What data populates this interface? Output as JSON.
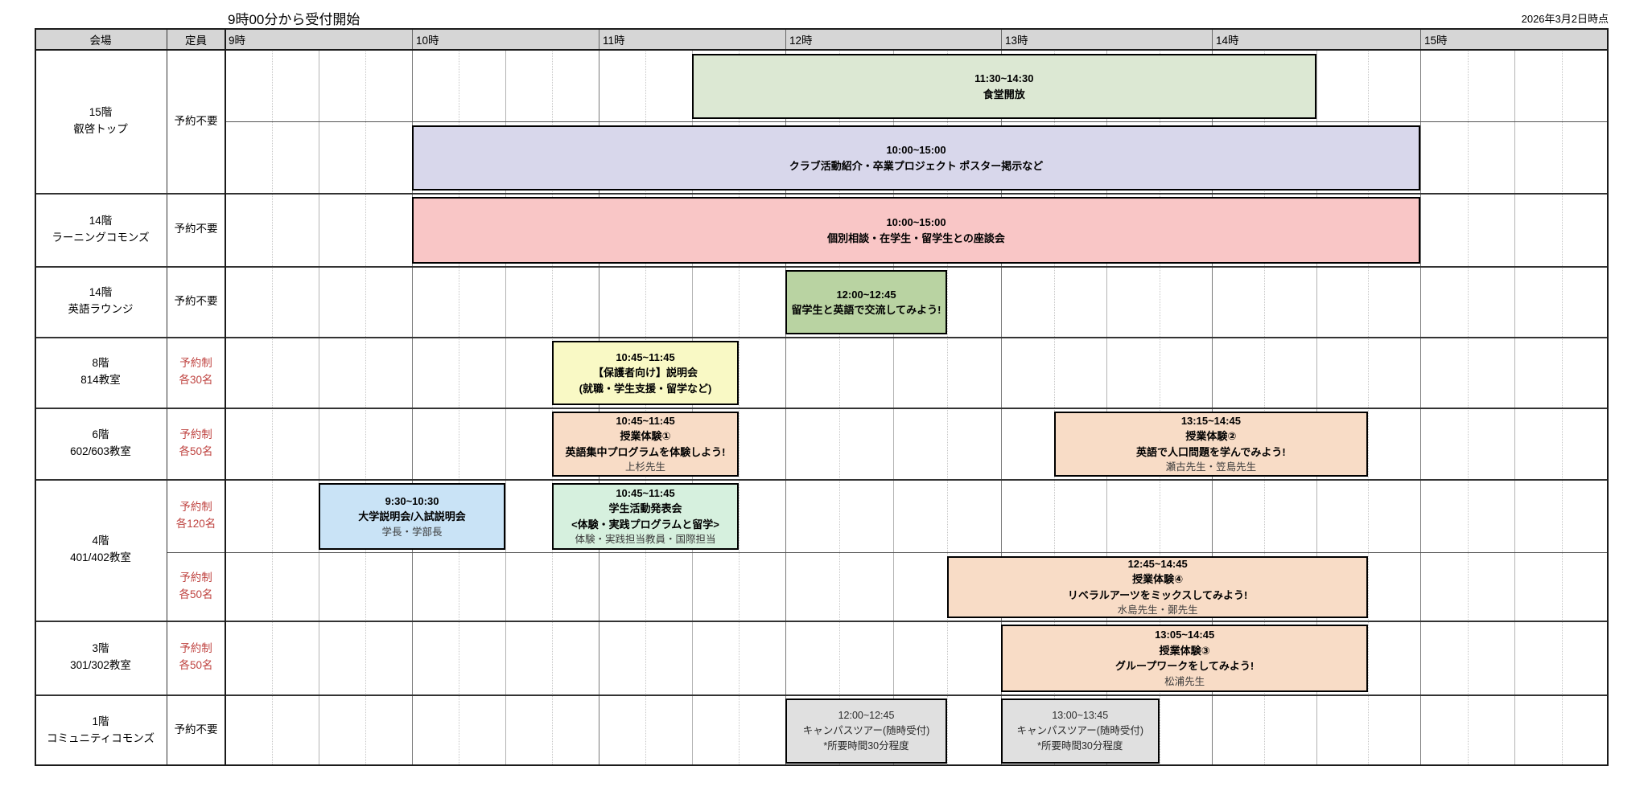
{
  "page": {
    "title": "9時00分から受付開始",
    "date_note": "2026年3月2日時点"
  },
  "header": {
    "venue": "会場",
    "capacity": "定員",
    "hours": [
      "9時",
      "10時",
      "11時",
      "12時",
      "13時",
      "14時",
      "15時"
    ]
  },
  "colors": {
    "green_pale": "#dce8d3",
    "lavender": "#d8d7eb",
    "pink": "#f9c6c6",
    "green_mid": "#b9d3a2",
    "yellow_pale": "#f9f9c5",
    "peach": "#f8dcc6",
    "blue_pale": "#c9e3f6",
    "mint_pale": "#d6f0de",
    "gray_light": "#e0e0e0",
    "header_gray": "#d6d6d6",
    "capacity_red": "#bf4340"
  },
  "rows": [
    {
      "id": "r1",
      "venue_lines": [
        "15階",
        "叡啓トップ"
      ],
      "capacities": [
        {
          "lines": [
            "予約不要"
          ],
          "restricted": false
        }
      ]
    },
    {
      "id": "r2",
      "venue_lines": [
        "14階",
        "ラーニングコモンズ"
      ],
      "capacities": [
        {
          "lines": [
            "予約不要"
          ],
          "restricted": false
        }
      ]
    },
    {
      "id": "r3",
      "venue_lines": [
        "14階",
        "英語ラウンジ"
      ],
      "capacities": [
        {
          "lines": [
            "予約不要"
          ],
          "restricted": false
        }
      ]
    },
    {
      "id": "r4",
      "venue_lines": [
        "8階",
        "814教室"
      ],
      "capacities": [
        {
          "lines": [
            "予約制",
            "各30名"
          ],
          "restricted": true
        }
      ]
    },
    {
      "id": "r5",
      "venue_lines": [
        "6階",
        "602/603教室"
      ],
      "capacities": [
        {
          "lines": [
            "予約制",
            "各50名"
          ],
          "restricted": true
        }
      ]
    },
    {
      "id": "r6",
      "venue_lines": [
        "4階",
        "401/402教室"
      ],
      "capacities": [
        {
          "lines": [
            "予約制",
            "各120名"
          ],
          "restricted": true
        },
        {
          "lines": [
            "予約制",
            "各50名"
          ],
          "restricted": true
        }
      ]
    },
    {
      "id": "r7",
      "venue_lines": [
        "3階",
        "301/302教室"
      ],
      "capacities": [
        {
          "lines": [
            "予約制",
            "各50名"
          ],
          "restricted": true
        }
      ]
    },
    {
      "id": "r8",
      "venue_lines": [
        "1階",
        "コミュニティコモンズ"
      ],
      "capacities": [
        {
          "lines": [
            "予約不要"
          ],
          "restricted": false
        }
      ]
    }
  ],
  "events": [
    {
      "name": "event-cafeteria-open",
      "row": "r1",
      "band": 0,
      "start": "11:30",
      "end": "14:30",
      "color": "green_pale",
      "lines": [
        [
          "11:30~14:30",
          "b"
        ],
        [
          "食堂開放",
          "b"
        ]
      ]
    },
    {
      "name": "event-club-posters",
      "row": "r1",
      "band": 1,
      "start": "10:00",
      "end": "15:00",
      "color": "lavender",
      "lines": [
        [
          "10:00~15:00",
          "b"
        ],
        [
          "クラブ活動紹介・卒業プロジェクト ポスター掲示など",
          "b"
        ]
      ]
    },
    {
      "name": "event-individual-consultation",
      "row": "r2",
      "band": 0,
      "start": "10:00",
      "end": "15:00",
      "color": "pink",
      "lines": [
        [
          "10:00~15:00",
          "b"
        ],
        [
          "個別相談・在学生・留学生との座談会",
          "b"
        ]
      ]
    },
    {
      "name": "event-english-lounge-exchange",
      "row": "r3",
      "band": 0,
      "start": "12:00",
      "end": "12:45",
      "color": "green_mid",
      "lines": [
        [
          "12:00~12:45",
          "b"
        ],
        [
          "留学生と英語で交流してみよう!",
          "b"
        ]
      ]
    },
    {
      "name": "event-parents-briefing",
      "row": "r4",
      "band": 0,
      "start": "10:45",
      "end": "11:45",
      "color": "yellow_pale",
      "lines": [
        [
          "10:45~11:45",
          "b"
        ],
        [
          "【保護者向け】説明会",
          "b"
        ],
        [
          "(就職・学生支援・留学など)",
          "b"
        ]
      ]
    },
    {
      "name": "event-trial-class-1",
      "row": "r5",
      "band": 0,
      "start": "10:45",
      "end": "11:45",
      "color": "peach",
      "lines": [
        [
          "10:45~11:45",
          "b"
        ],
        [
          "授業体験①",
          "b"
        ],
        [
          "英語集中プログラムを体験しよう!",
          "b"
        ],
        [
          "上杉先生",
          "n"
        ]
      ]
    },
    {
      "name": "event-trial-class-2",
      "row": "r5",
      "band": 0,
      "start": "13:15",
      "end": "14:45",
      "color": "peach",
      "lines": [
        [
          "13:15~14:45",
          "b"
        ],
        [
          "授業体験②",
          "b"
        ],
        [
          "英語で人口問題を学んでみよう!",
          "b"
        ],
        [
          "瀬古先生・笠島先生",
          "n"
        ]
      ]
    },
    {
      "name": "event-university-briefing",
      "row": "r6",
      "band": 0,
      "start": "9:30",
      "end": "10:30",
      "color": "blue_pale",
      "lines": [
        [
          "9:30~10:30",
          "b"
        ],
        [
          "大学説明会/入試説明会",
          "b"
        ],
        [
          "学長・学部長",
          "n"
        ]
      ]
    },
    {
      "name": "event-student-activities-presentation",
      "row": "r6",
      "band": 0,
      "start": "10:45",
      "end": "11:45",
      "color": "mint_pale",
      "lines": [
        [
          "10:45~11:45",
          "b"
        ],
        [
          "学生活動発表会",
          "b"
        ],
        [
          "<体験・実践プログラムと留学>",
          "b"
        ],
        [
          "体験・実践担当教員・国際担当",
          "n"
        ]
      ]
    },
    {
      "name": "event-trial-class-4",
      "row": "r6",
      "band": 1,
      "start": "12:45",
      "end": "14:45",
      "color": "peach",
      "lines": [
        [
          "12:45~14:45",
          "b"
        ],
        [
          "授業体験④",
          "b"
        ],
        [
          "リベラルアーツをミックスしてみよう!",
          "b"
        ],
        [
          "水島先生・鄭先生",
          "n"
        ]
      ]
    },
    {
      "name": "event-trial-class-3",
      "row": "r7",
      "band": 0,
      "start": "13:05",
      "end": "14:45",
      "grid_start": "13:00",
      "color": "peach",
      "lines": [
        [
          "13:05~14:45",
          "b"
        ],
        [
          "授業体験③",
          "b"
        ],
        [
          "グループワークをしてみよう!",
          "b"
        ],
        [
          "松浦先生",
          "n"
        ]
      ]
    },
    {
      "name": "event-campus-tour-1",
      "row": "r8",
      "band": 0,
      "start": "12:00",
      "end": "12:45",
      "color": "gray_light",
      "lines": [
        [
          "12:00~12:45",
          "n2"
        ],
        [
          "キャンパスツアー(随時受付)",
          "n2"
        ],
        [
          "*所要時間30分程度",
          "n2"
        ]
      ]
    },
    {
      "name": "event-campus-tour-2",
      "row": "r8",
      "band": 0,
      "start": "13:00",
      "end": "13:45",
      "color": "gray_light",
      "lines": [
        [
          "13:00~13:45",
          "n2"
        ],
        [
          "キャンパスツアー(随時受付)",
          "n2"
        ],
        [
          "*所要時間30分程度",
          "n2"
        ]
      ]
    }
  ]
}
